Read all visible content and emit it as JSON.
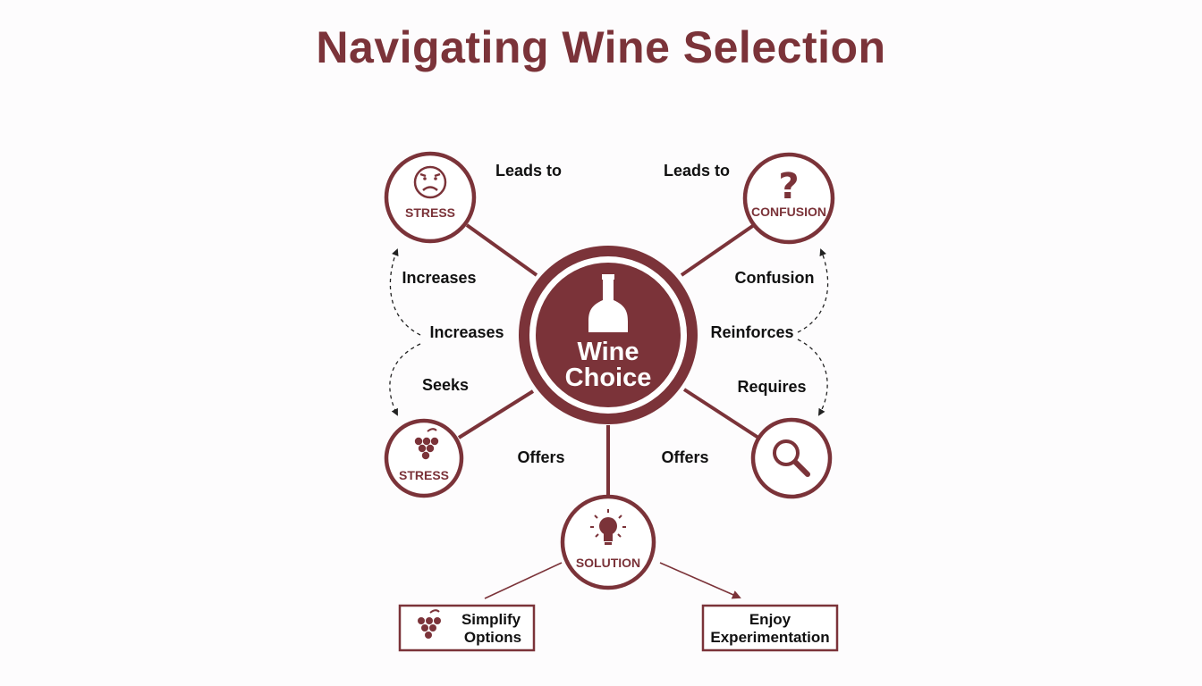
{
  "title": "Navigating Wine Selection",
  "center": {
    "line1": "Wine",
    "line2": "Choice",
    "icon": "wine-bottle-icon"
  },
  "nodes": {
    "stress_top": {
      "label": "STRESS",
      "icon": "sad-face-icon"
    },
    "confusion": {
      "label": "CONFUSION",
      "icon": "question-mark-icon"
    },
    "stress_bottom": {
      "label": "STRESS",
      "icon": "grapes-icon"
    },
    "search": {
      "label": "",
      "icon": "magnifier-icon"
    },
    "solution": {
      "label": "SOLUTION",
      "icon": "lightbulb-icon"
    }
  },
  "edge_labels": {
    "leads_to_left": "Leads to",
    "leads_to_right": "Leads to",
    "increases_upper": "Increases",
    "increases_lower": "Increases",
    "seeks": "Seeks",
    "confusion": "Confusion",
    "reinforces": "Reinforces",
    "requires": "Requires",
    "offers_left": "Offers",
    "offers_right": "Offers"
  },
  "boxes": {
    "simplify": {
      "line1": "Simplify",
      "line2": "Options",
      "icon": "grapes-icon"
    },
    "enjoy": {
      "line1": "Enjoy",
      "line2": "Experimentation"
    }
  },
  "colors": {
    "accent": "#7b3339",
    "text": "#111111",
    "background": "#fdfcfd"
  }
}
